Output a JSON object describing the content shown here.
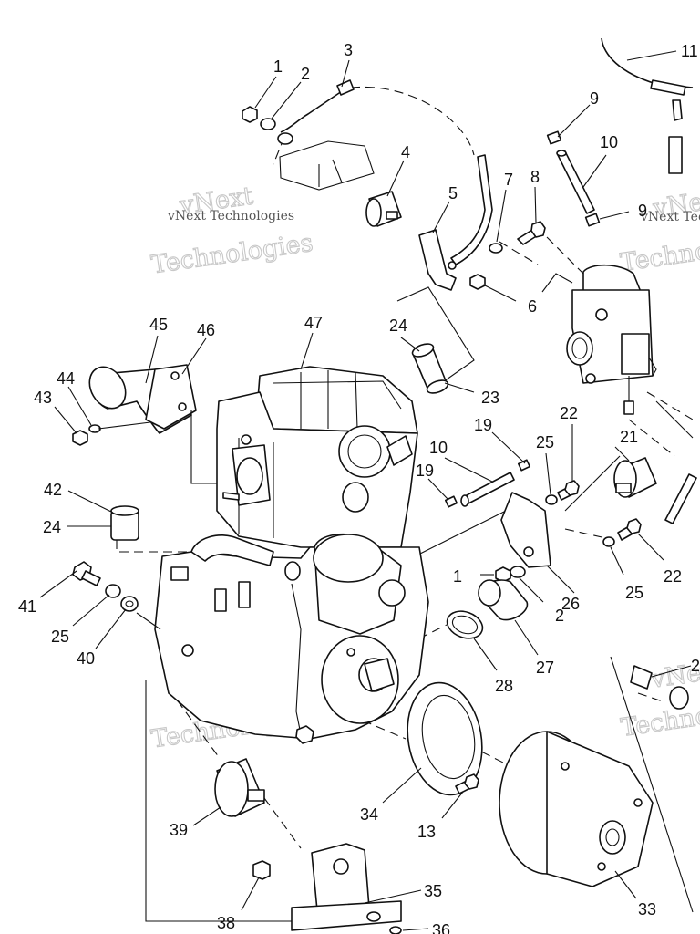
{
  "callouts": [
    {
      "id": "c1a",
      "text": "1"
    },
    {
      "id": "c2a",
      "text": "2"
    },
    {
      "id": "c3",
      "text": "3"
    },
    {
      "id": "c4",
      "text": "4"
    },
    {
      "id": "c5",
      "text": "5"
    },
    {
      "id": "c6",
      "text": "6"
    },
    {
      "id": "c7",
      "text": "7"
    },
    {
      "id": "c8",
      "text": "8"
    },
    {
      "id": "c9a",
      "text": "9"
    },
    {
      "id": "c9b",
      "text": "9"
    },
    {
      "id": "c10a",
      "text": "10"
    },
    {
      "id": "c10b",
      "text": "10"
    },
    {
      "id": "c11",
      "text": "11"
    },
    {
      "id": "c13",
      "text": "13"
    },
    {
      "id": "c19a",
      "text": "19"
    },
    {
      "id": "c19b",
      "text": "19"
    },
    {
      "id": "c21",
      "text": "21"
    },
    {
      "id": "c22a",
      "text": "22"
    },
    {
      "id": "c22b",
      "text": "22"
    },
    {
      "id": "c23",
      "text": "23"
    },
    {
      "id": "c24a",
      "text": "24"
    },
    {
      "id": "c24b",
      "text": "24"
    },
    {
      "id": "c25a",
      "text": "25"
    },
    {
      "id": "c25b",
      "text": "25"
    },
    {
      "id": "c25c",
      "text": "25"
    },
    {
      "id": "c26",
      "text": "26"
    },
    {
      "id": "c27",
      "text": "27"
    },
    {
      "id": "c28",
      "text": "28"
    },
    {
      "id": "c1b",
      "text": "1"
    },
    {
      "id": "c2b",
      "text": "2"
    },
    {
      "id": "c33",
      "text": "33"
    },
    {
      "id": "c34",
      "text": "34"
    },
    {
      "id": "c35",
      "text": "35"
    },
    {
      "id": "c36",
      "text": "36"
    },
    {
      "id": "c38",
      "text": "38"
    },
    {
      "id": "c39",
      "text": "39"
    },
    {
      "id": "c40",
      "text": "40"
    },
    {
      "id": "c41",
      "text": "41"
    },
    {
      "id": "c42",
      "text": "42"
    },
    {
      "id": "c43",
      "text": "43"
    },
    {
      "id": "c44",
      "text": "44"
    },
    {
      "id": "c45",
      "text": "45"
    },
    {
      "id": "c46",
      "text": "46"
    },
    {
      "id": "c47",
      "text": "47"
    },
    {
      "id": "c2c",
      "text": "2"
    }
  ],
  "watermark": {
    "small_text": "vNext Technologies",
    "line1": "vNext",
    "line2": "Technologies",
    "line2_alt": "Techno"
  }
}
